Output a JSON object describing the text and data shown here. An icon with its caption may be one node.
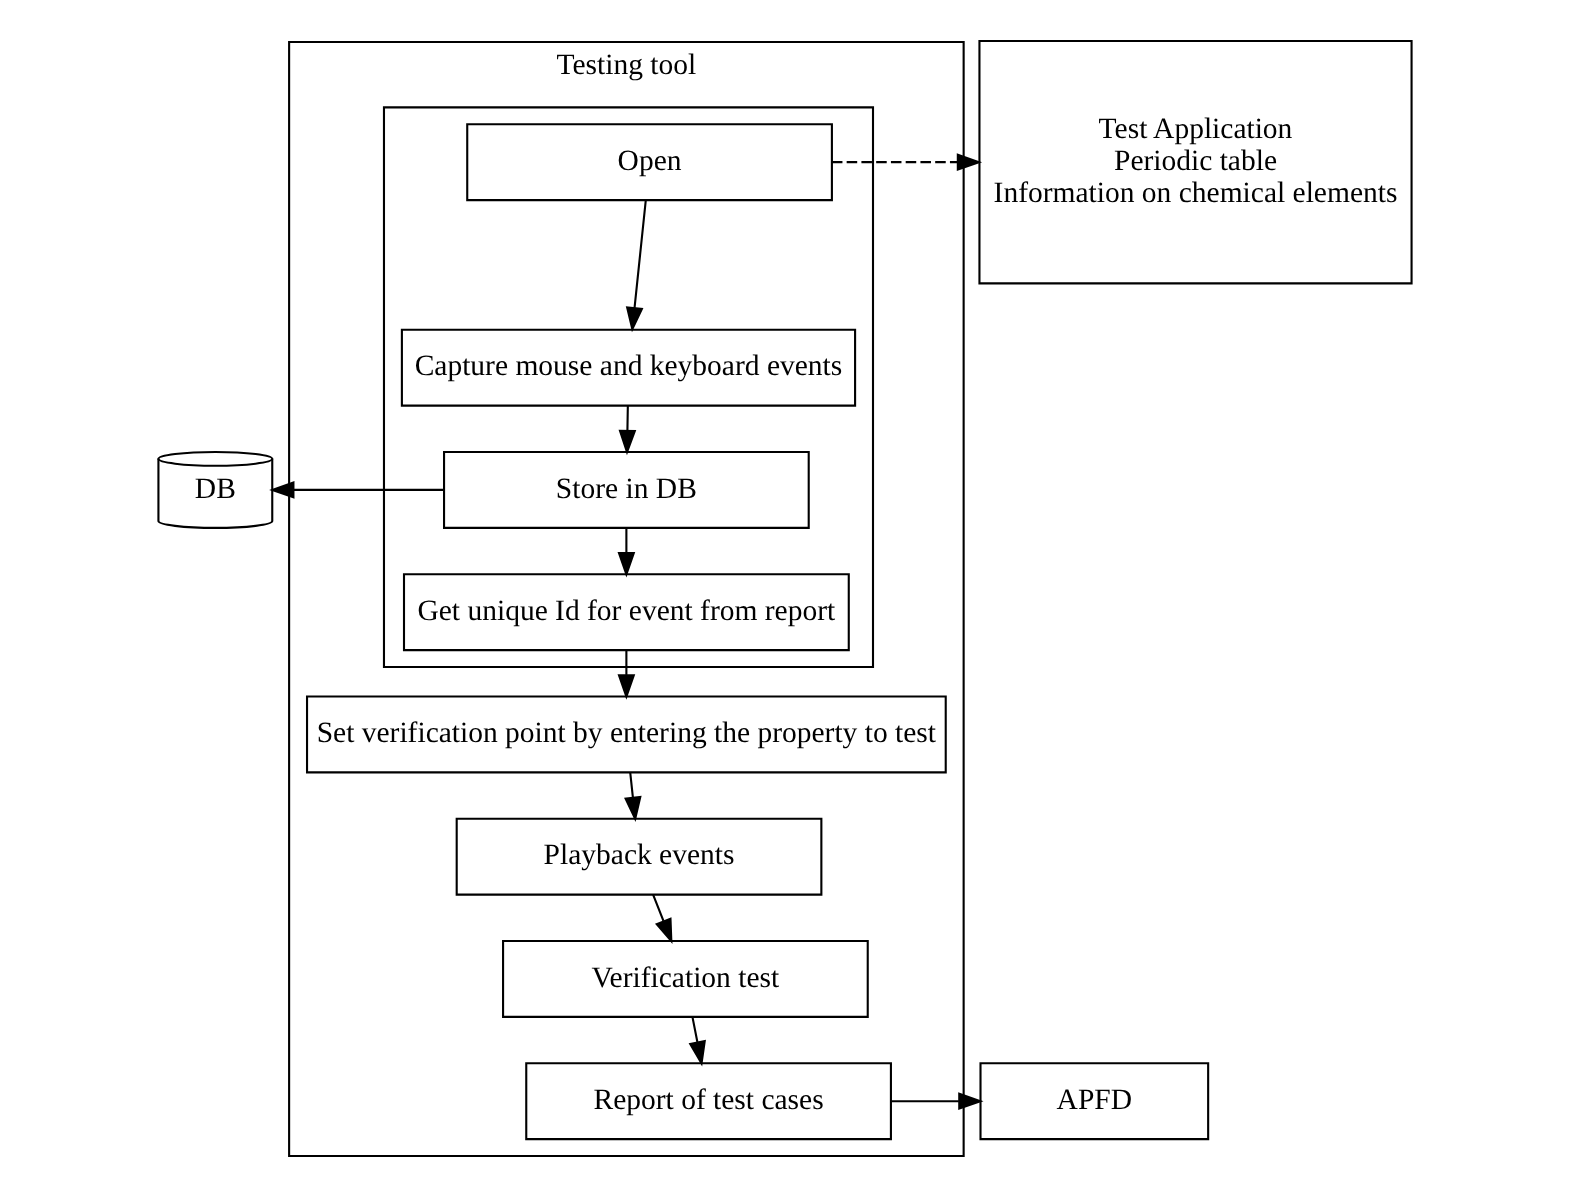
{
  "diagram": {
    "nodes": [
      {
        "text": [
          "Testing tool"
        ]
      },
      {
        "text": [],
        "shape": "box",
        "in": 0
      },
      {
        "text": [
          "Open"
        ],
        "in": 1
      },
      {
        "text": [
          "Capture mouse and keyboard events"
        ],
        "in": 1
      },
      {
        "text": [
          "Store in DB"
        ],
        "in": 1
      },
      {
        "text": [
          "Get unique Id for event from report"
        ],
        "in": 1
      },
      {
        "text": [
          "Set verification point by entering the property to test"
        ],
        "in": 0
      },
      {
        "text": [
          "Playback events"
        ],
        "in": 0
      },
      {
        "text": [
          "Verification test"
        ],
        "in": 0
      },
      {
        "text": [
          "Report of test cases"
        ],
        "in": 0
      },
      {
        "text": [
          "DB"
        ]
      },
      {
        "text": [
          "Test Application",
          "Periodic table",
          "Information on chemical elements"
        ]
      },
      {
        "text": [
          "APFD"
        ]
      }
    ],
    "edges": [
      {
        "from": 2,
        "to": 3,
        "arrow": "to"
      },
      {
        "from": 3,
        "to": 4,
        "arrow": "to"
      },
      {
        "from": 4,
        "to": 5,
        "arrow": "to"
      },
      {
        "from": 5,
        "to": 6,
        "arrow": "to"
      },
      {
        "from": 6,
        "to": 7,
        "arrow": "to"
      },
      {
        "from": 7,
        "to": 8,
        "arrow": "to"
      },
      {
        "from": 8,
        "to": 9,
        "arrow": "to"
      },
      {
        "from": 4,
        "to": 10,
        "arrow": "to"
      },
      {
        "from": 2,
        "to": 11,
        "arrow": "to",
        "style": "dashed"
      },
      {
        "from": 9,
        "to": 12,
        "arrow": "to"
      }
    ]
  }
}
